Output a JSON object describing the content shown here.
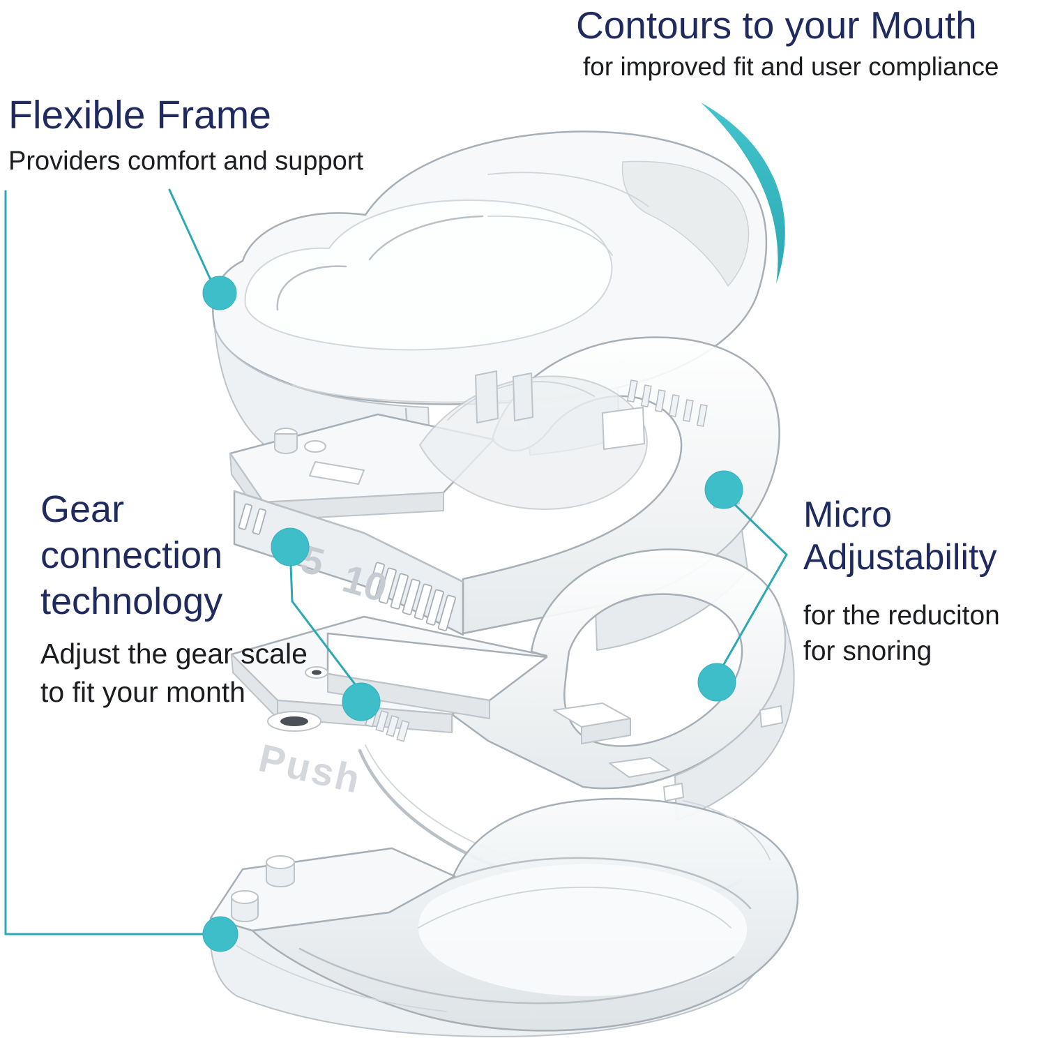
{
  "page": {
    "background": "#ffffff"
  },
  "callouts": {
    "contours": {
      "title": "Contours to your Mouth",
      "subtitle": "for improved fit and user compliance"
    },
    "flexible_frame": {
      "title": "Flexible Frame",
      "subtitle": "Providers comfort and support"
    },
    "gear_connection": {
      "title": "Gear connection technology",
      "subtitle": "Adjust the gear scale to fit your month"
    },
    "micro_adjustability": {
      "title": "Micro Adjustability",
      "subtitle": "for the reduciton for snoring"
    }
  },
  "device": {
    "description": "Exploded view of a clear 4-layer adjustable anti-snoring mouthpiece",
    "gear_scale_marks": [
      "5",
      "10"
    ],
    "push_label": "Push"
  },
  "colors": {
    "accent_teal": "#3ebec8",
    "line_teal": "#2aa9b4",
    "heading_navy": "#1f2a5e",
    "body_text": "#1b1c1f"
  }
}
